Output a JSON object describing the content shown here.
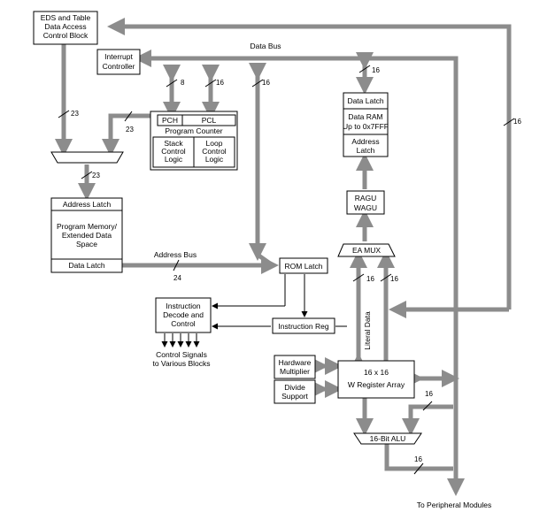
{
  "colors": {
    "bus": "#8c8c8c",
    "line": "#000000",
    "box_fill": "#ffffff"
  },
  "blocks": {
    "eds": [
      "EDS and Table",
      "Data Access",
      "Control Block"
    ],
    "interrupt": [
      "Interrupt",
      "Controller"
    ],
    "pch": "PCH",
    "pcl": "PCL",
    "program_counter": "Program Counter",
    "stack_control": [
      "Stack",
      "Control",
      "Logic"
    ],
    "loop_control": [
      "Loop",
      "Control",
      "Logic"
    ],
    "data_latch_top": "Data Latch",
    "data_ram": [
      "Data RAM",
      "Up to 0x7FFF"
    ],
    "address_latch_right": [
      "Address",
      "Latch"
    ],
    "ragu": [
      "RAGU",
      "WAGU"
    ],
    "ea_mux": "EA MUX",
    "address_latch_left": "Address Latch",
    "program_memory": [
      "Program Memory/",
      "Extended Data",
      "Space"
    ],
    "data_latch_bottom": "Data Latch",
    "rom_latch": "ROM Latch",
    "instruction_decode": [
      "Instruction",
      "Decode and",
      "Control"
    ],
    "instruction_reg": "Instruction Reg",
    "hardware_multiplier": [
      "Hardware",
      "Multiplier"
    ],
    "divide_support": [
      "Divide",
      "Support"
    ],
    "w_register": [
      "16 x 16",
      "W Register Array"
    ],
    "alu": "16-Bit ALU"
  },
  "labels": {
    "data_bus": "Data Bus",
    "address_bus": "Address Bus",
    "literal_data": "Literal Data",
    "control_signals": [
      "Control Signals",
      "to Various Blocks"
    ],
    "to_peripheral": "To Peripheral Modules"
  },
  "widths": {
    "w8": "8",
    "w16": "16",
    "w23": "23",
    "w24": "24"
  }
}
